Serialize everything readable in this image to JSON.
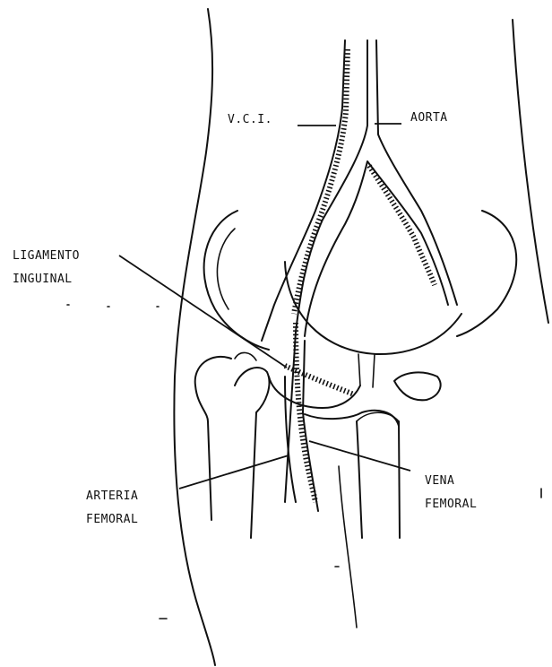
{
  "labels": {
    "vci": "V.C.I.",
    "aorta": "AORTA",
    "ligamento_line1": "LIGAMENTO",
    "ligamento_line2": "INGUINAL",
    "arteria_line1": "ARTERIA",
    "arteria_line2": "FEMORAL",
    "vena_line1": "VENA",
    "vena_line2": "FEMORAL"
  },
  "colors": {
    "ink": "#111111",
    "background": "#ffffff"
  }
}
